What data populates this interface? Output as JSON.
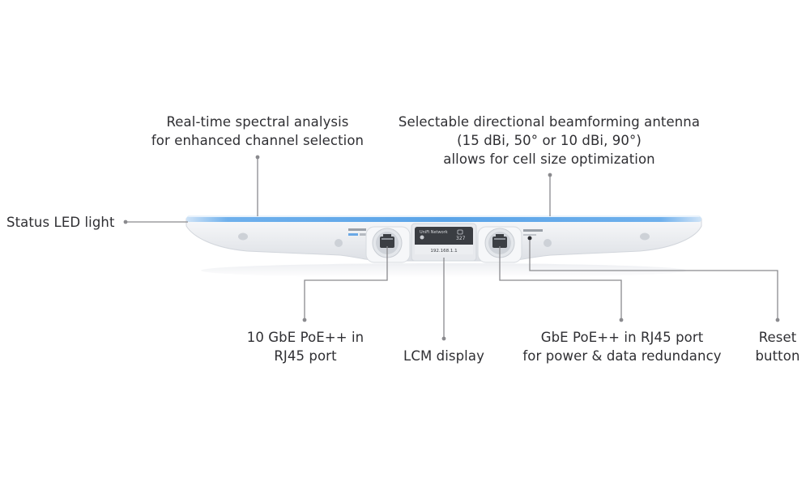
{
  "callouts": {
    "spectral": {
      "lines": [
        "Real-time spectral analysis",
        "for enhanced channel selection"
      ]
    },
    "antenna": {
      "lines": [
        "Selectable directional beamforming antenna",
        "(15 dBi, 50° or 10 dBi, 90°)",
        "allows for cell size optimization"
      ]
    },
    "led": {
      "lines": [
        "Status LED light"
      ]
    },
    "port10g": {
      "lines": [
        "10 GbE PoE++ in",
        "RJ45 port"
      ]
    },
    "lcm": {
      "lines": [
        "LCM display"
      ]
    },
    "portgbe": {
      "lines": [
        "GbE PoE++ in RJ45 port",
        "for power & data redundancy"
      ]
    },
    "reset": {
      "lines": [
        "Reset",
        "button"
      ]
    }
  },
  "lcm_screen": {
    "brand": "UniFi Network",
    "count": "327",
    "ip": "192.168.1.1"
  },
  "colors": {
    "led_blue": "#5aa4e8",
    "leader_line": "#8a8a8e",
    "device_body": "#eef0f3",
    "screen_bg": "#3a3d42"
  }
}
